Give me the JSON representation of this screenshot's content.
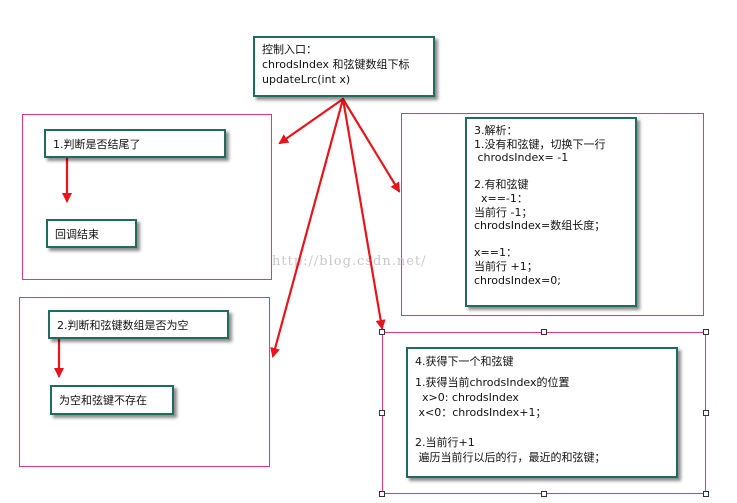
{
  "entry": {
    "lines": [
      "控制入口：",
      "chrodsIndex 和弦键数组下标",
      "updateLrc(int x)"
    ]
  },
  "step1": {
    "title": "1.判断是否结尾了",
    "result": "回调结束"
  },
  "step2": {
    "title": "2.判断和弦键数组是否为空",
    "result": "为空和弦键不存在"
  },
  "step3": {
    "lines": [
      "3.解析：",
      "1.没有和弦键，切换下一行",
      " chrodsIndex= -1",
      "",
      "2.有和弦键",
      "  x==-1：",
      "当前行 -1；",
      "chrodsIndex=数组长度；",
      "",
      "x==1：",
      "当前行 +1；",
      "chrodsIndex=0;"
    ]
  },
  "step4": {
    "title": "4.获得下一个和弦键",
    "lines": [
      "1.获得当前chrodsIndex的位置",
      "  x>0: chrodsIndex",
      " x<0：chrodsIndex+1；",
      "",
      "2.当前行+1",
      " 遍历当前行以后的行，最近的和弦键；"
    ]
  },
  "watermark": "http://blog.csdn.net/",
  "colors": {
    "arrow": "#e8141b",
    "frame": "#e0338a",
    "box_border": "#1f6b5e"
  }
}
